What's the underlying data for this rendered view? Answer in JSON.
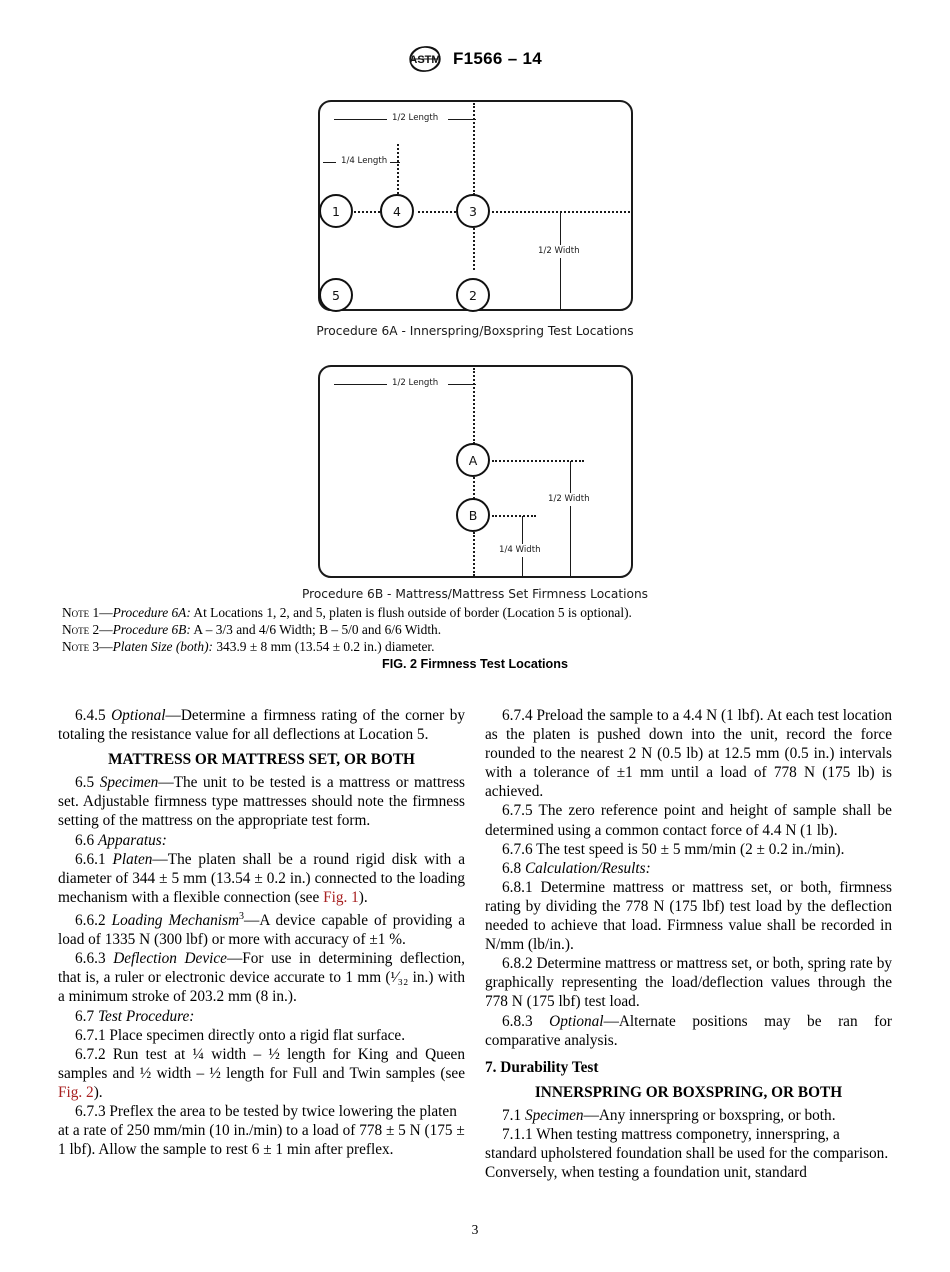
{
  "header": {
    "logo_icon": "astm-logo-icon",
    "standard_designation": "F1566 – 14"
  },
  "figure": {
    "fig_caption": "FIG. 2 Firmness Test Locations",
    "diagram_6a": {
      "caption": "Procedure 6A - Innerspring/Boxspring Test Locations",
      "labels": {
        "half_length": "1/2 Length",
        "quarter_length": "1/4 Length",
        "half_width": "1/2 Width"
      },
      "nodes": [
        "1",
        "4",
        "3",
        "5",
        "2"
      ]
    },
    "diagram_6b": {
      "caption": "Procedure 6B - Mattress/Mattress Set Firmness Locations",
      "labels": {
        "half_length": "1/2 Length",
        "half_width": "1/2 Width",
        "quarter_width": "1/4 Width"
      },
      "nodes": [
        "A",
        "B"
      ]
    }
  },
  "notes": [
    {
      "tag": "Note 1",
      "em": "Procedure 6A:",
      "text": " At Locations 1, 2, and 5, platen is flush outside of border (Location 5 is optional)."
    },
    {
      "tag": "Note 2",
      "em": "Procedure 6B:",
      "text": " A – 3/3 and 4/6 Width; B – 5/0 and 6/6 Width."
    },
    {
      "tag": "Note 3",
      "em": "Platen Size (both):",
      "text": " 343.9 ± 8 mm (13.54 ± 0.2 in.) diameter."
    }
  ],
  "body": {
    "left_column": {
      "p_6_4_5_num": "6.4.5",
      "p_6_4_5_em": "Optional",
      "p_6_4_5_text": "—Determine a firmness rating of the corner by totaling the resistance value for all deflections at Location 5.",
      "heading_mattress": "MATTRESS OR MATTRESS SET, OR BOTH",
      "p_6_5_num": "6.5",
      "p_6_5_em": "Specimen",
      "p_6_5_text": "—The unit to be tested is a mattress or mattress set. Adjustable firmness type mattresses should note the firmness setting of the mattress on the appropriate test form.",
      "p_6_6_num": "6.6",
      "p_6_6_em": "Apparatus:",
      "p_6_6_1_num": "6.6.1",
      "p_6_6_1_em": "Platen",
      "p_6_6_1_text_a": "—The platen shall be a round rigid disk with a diameter of 344 ± 5 mm (13.54 ± 0.2 in.) connected to the loading mechanism with a flexible connection (see ",
      "p_6_6_1_link": "Fig. 1",
      "p_6_6_1_text_b": ").",
      "p_6_6_2_num": "6.6.2",
      "p_6_6_2_em": "Loading Mechanism",
      "p_6_6_2_sup": "3",
      "p_6_6_2_text": "—A device capable of providing a load of 1335 N (300 lbf) or more with accuracy of ±1 %.",
      "p_6_6_3_num": "6.6.3",
      "p_6_6_3_em": "Deflection Device",
      "p_6_6_3_text": "—For use in determining deflection, that is, a ruler or electronic device accurate to 1 mm (¹⁄₃₂ in.) with a minimum stroke of 203.2 mm (8 in.).",
      "p_6_7_num": "6.7",
      "p_6_7_em": "Test Procedure:",
      "p_6_7_1_num": "6.7.1",
      "p_6_7_1_text": "Place specimen directly onto a rigid flat surface.",
      "p_6_7_2_num": "6.7.2",
      "p_6_7_2_text_a": "Run test at ¼ width – ½ length for King and Queen samples and ½ width – ½ length for Full and Twin samples (see ",
      "p_6_7_2_link": "Fig. 2",
      "p_6_7_2_text_b": ").",
      "p_6_7_3_num": "6.7.3",
      "p_6_7_3_text": "Preflex the area to be tested by twice lowering the platen at a rate of 250 mm/min (10 in./min) to a load of 778 ± 5 N (175 ± 1 lbf). Allow the sample to rest 6 ± 1 min after preflex."
    },
    "right_column": {
      "p_6_7_4_num": "6.7.4",
      "p_6_7_4_text": "Preload the sample to a 4.4 N (1 lbf). At each test location as the platen is pushed down into the unit, record the force rounded to the nearest 2 N (0.5 lb) at 12.5 mm (0.5 in.) intervals with a tolerance of ±1 mm until a load of 778 N (175 lb) is achieved.",
      "p_6_7_5_num": "6.7.5",
      "p_6_7_5_text": "The zero reference point and height of sample shall be determined using a common contact force of 4.4 N (1 lb).",
      "p_6_7_6_num": "6.7.6",
      "p_6_7_6_text": "The test speed is 50 ± 5 mm/min (2 ± 0.2 in./min).",
      "p_6_8_num": "6.8",
      "p_6_8_em": "Calculation/Results:",
      "p_6_8_1_num": "6.8.1",
      "p_6_8_1_text": "Determine mattress or mattress set, or both, firmness rating by dividing the 778 N (175 lbf) test load by the deflection needed to achieve that load. Firmness value shall be recorded in N/mm (lb/in.).",
      "p_6_8_2_num": "6.8.2",
      "p_6_8_2_text": "Determine mattress or mattress set, or both, spring rate by graphically representing the load/deflection values through the 778 N (175 lbf) test load.",
      "p_6_8_3_num": "6.8.3",
      "p_6_8_3_em": "Optional",
      "p_6_8_3_text": "—Alternate positions may be ran for comparative analysis.",
      "heading_durability": "7.  Durability Test",
      "heading_innerspring": "INNERSPRING OR BOXSPRING, OR BOTH",
      "p_7_1_num": "7.1",
      "p_7_1_em": "Specimen",
      "p_7_1_text": "—Any innerspring or boxspring, or both.",
      "p_7_1_1_num": "7.1.1",
      "p_7_1_1_text": "When testing mattress componetry, innerspring, a standard upholstered foundation shall be used for the comparison. Conversely, when testing a foundation unit, standard"
    }
  },
  "footer": {
    "page_number": "3"
  }
}
